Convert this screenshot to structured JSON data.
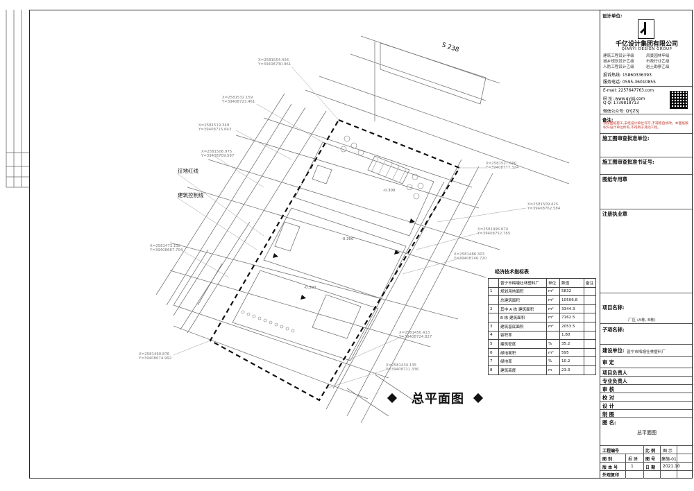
{
  "drawing_title": "总平面图",
  "road_label": "S 238",
  "left_labels": {
    "red_line": "征地红线",
    "control_line": "建筑控制线"
  },
  "coordinates": [
    {
      "x": "X=2581554.426",
      "y": "Y=39408730.961"
    },
    {
      "x": "X=2581532.159",
      "y": "Y=39408723.461"
    },
    {
      "x": "X=2581519.349",
      "y": "Y=39408715.643"
    },
    {
      "x": "X=2581506.975",
      "y": "Y=39408709.597"
    },
    {
      "x": "X=2581473.135",
      "y": "Y=39408687.704"
    },
    {
      "x": "X=2581460.876",
      "y": "Y=39408674.992"
    },
    {
      "x": "X=2581527.690",
      "y": "Y=39408777.324"
    },
    {
      "x": "X=2581509.425",
      "y": "Y=39408762.584"
    },
    {
      "x": "X=2581496.674",
      "y": "Y=39408752.765"
    },
    {
      "x": "X=2581486.303",
      "y": "Y=39408746.720"
    },
    {
      "x": "X=2581450.413",
      "y": "Y=39408724.827"
    },
    {
      "x": "X=2581434.135",
      "y": "Y=39408721.336"
    }
  ],
  "elevations": [
    "-0.300",
    "-0.300",
    "-0.300"
  ],
  "economic_table": {
    "title": "经济技术指标表",
    "headers": [
      "",
      "普宁市梅塘社林塑料厂",
      "单位",
      "数值",
      "备注"
    ],
    "rows": [
      {
        "no": "1",
        "item": "规划用地面积",
        "unit": "m²",
        "value": "5832"
      },
      {
        "no": "",
        "item": "总建筑面积",
        "unit": "m²",
        "value": "10506.8"
      },
      {
        "no": "2",
        "item": "其中 A 栋 建筑面积",
        "unit": "m²",
        "value": "3344.3"
      },
      {
        "no": "",
        "item": "B 栋 建筑面积",
        "unit": "m²",
        "value": "7162.5"
      },
      {
        "no": "3",
        "item": "建筑基底面积",
        "unit": "m²",
        "value": "2053.5"
      },
      {
        "no": "4",
        "item": "容积率",
        "unit": "",
        "value": "1.80"
      },
      {
        "no": "5",
        "item": "建筑密度",
        "unit": "%",
        "value": "35.2"
      },
      {
        "no": "6",
        "item": "绿地面积",
        "unit": "m²",
        "value": "595"
      },
      {
        "no": "7",
        "item": "绿地率",
        "unit": "%",
        "value": "10.2"
      },
      {
        "no": "8",
        "item": "建筑高度",
        "unit": "m",
        "value": "23.3"
      }
    ]
  },
  "title_block": {
    "design_unit_label": "设计单位:",
    "company_cn": "千亿设计集团有限公司",
    "company_en": "QIANYI DESIGN GROUP",
    "quals": [
      "建筑工程设计甲级",
      "风景园林甲级",
      "城乡规划设计乙级",
      "市政行业乙级",
      "人防工程设计乙级",
      "岩土勘察乙级"
    ],
    "complaint_phone": "投诉热线: 15860336393",
    "service_phone": "服务电话: 0595-36010855",
    "email": "E-mail: 2257647763.com",
    "website": "网    址: www.qyjsj.com",
    "qq": "Q    Q: 1739818713",
    "wechat": "微信公众号: QYJZSJ",
    "notes_label": "备注:",
    "notes": "须按图纸施工,未经设计单位许可,不得擅自修改。本图纸版权归设计单位所有,不得用于其他工程。",
    "review_stamp": "施工图审查批准单位:",
    "review_cert": "施工图审查批准书证号:",
    "drawing_seal": "图纸专用章",
    "reg_seal": "注册执业章",
    "project_name_label": "项目名称:",
    "project_name_value": "厂区 (A栋, B栋)",
    "sub_project_label": "子项名称:",
    "client_label": "建设单位:",
    "client_value": "普宁市梅塘社林塑料厂",
    "roles": [
      "审    定",
      "项目负责人",
      "专业负责人",
      "审    核",
      "校    对",
      "设    计",
      "制    图"
    ],
    "drawing_name_label": "图    名:",
    "drawing_name_value": "总平面图",
    "project_no": "工程编号",
    "stage": "图    别",
    "stage_value": "报 建",
    "version": "版 本 号",
    "version_value": "1",
    "scale": "比    例",
    "scale_value": "图    示",
    "drawing_no": "图    号",
    "drawing_no_value": "建施-01",
    "date": "日    期",
    "date_value": "2021.10",
    "outsource": "外观复印"
  }
}
